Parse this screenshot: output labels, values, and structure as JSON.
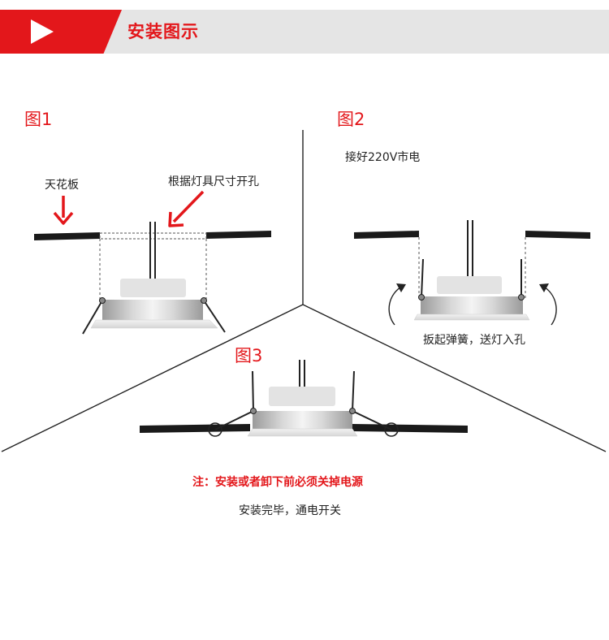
{
  "header": {
    "title": "安装图示"
  },
  "figure1": {
    "label": "图1",
    "ceiling_label": "天花板",
    "hole_label": "根据灯具尺寸开孔"
  },
  "figure2": {
    "label": "图2",
    "power_label": "接好220V市电",
    "spring_label": "扳起弹簧，送灯入孔"
  },
  "figure3": {
    "label": "图3"
  },
  "footer": {
    "warning": "注：安装或者卸下前必须关掉电源",
    "finish": "安装完毕，通电开关"
  },
  "colors": {
    "accent": "#e3171b",
    "header_bg": "#e5e5e5",
    "line": "#1a1a1a"
  }
}
